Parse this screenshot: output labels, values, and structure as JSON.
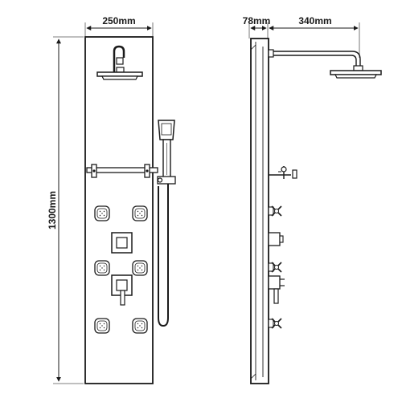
{
  "dimensions": {
    "front_width": "250mm",
    "height": "1300mm",
    "side_depth": "78mm",
    "arm_reach": "340mm"
  },
  "colors": {
    "line": "#1a1a1a",
    "guide": "#555555",
    "background": "#ffffff"
  }
}
